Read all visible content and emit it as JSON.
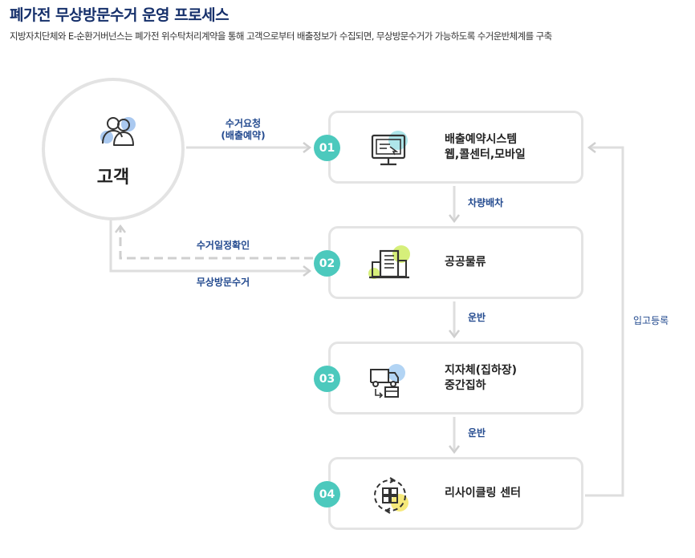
{
  "header": {
    "title": "폐가전 무상방문수거 운영 프로세스",
    "subtitle": "지방자치단체와 E-순환거버넌스는 폐가전 위수탁처리계약을 통해 고객으로부터 배출정보가 수집되면, 무상방문수거가 가능하도록 수거운반체계를 구축"
  },
  "customer": {
    "label": "고객"
  },
  "steps": [
    {
      "number": "01",
      "line1": "배출예약시스템",
      "line2": "웹,콜센터,모바일"
    },
    {
      "number": "02",
      "line1": "공공물류",
      "line2": ""
    },
    {
      "number": "03",
      "line1": "지자체(집하장)",
      "line2": "중간집하"
    },
    {
      "number": "04",
      "line1": "리사이클링 센터",
      "line2": ""
    }
  ],
  "arrows": {
    "request_line1": "수거요청",
    "request_line2": "(배출예약)",
    "confirm": "수거일정확인",
    "free_pickup": "무상방문수거",
    "dispatch": "차량배차",
    "transport1": "운반",
    "transport2": "운반",
    "warehouse": "입고등록"
  },
  "colors": {
    "title": "#16306b",
    "badge": "#4cc9bd",
    "arrow_label": "#234a8f",
    "border": "#e4e4e4"
  }
}
